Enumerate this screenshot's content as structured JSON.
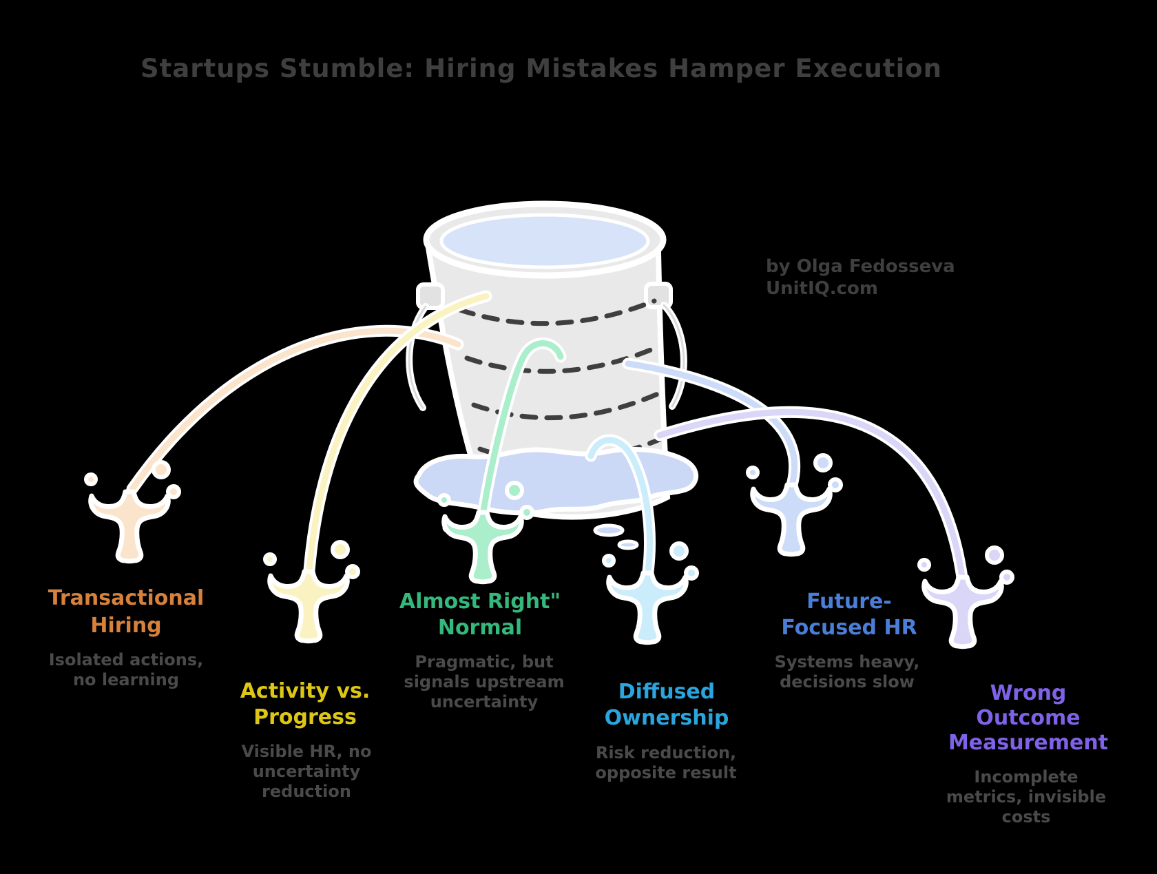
{
  "title": {
    "text": "Startups Stumble: Hiring Mistakes Hamper Execution",
    "color": "#3f3f3f"
  },
  "attribution": {
    "line1": "by Olga Fedosseva",
    "line2": "UnitIQ.com",
    "color": "#3f3f3f"
  },
  "desc_color": "#4a4a4a",
  "bucket": {
    "icon": "leaky-bucket-icon",
    "body_color": "#e9e9e9",
    "outline_color": "#ffffff",
    "water_color": "#d6e3f9",
    "puddle_color": "#ccd9f6",
    "dash_color": "#3f3f3f"
  },
  "mistakes": [
    {
      "id": "transactional-hiring",
      "title_lines": [
        "Transactional",
        "Hiring"
      ],
      "desc_lines": [
        "Isolated actions,",
        "no learning"
      ],
      "title_color": "#d6813c",
      "stream_color": "#fbe4cc"
    },
    {
      "id": "activity-vs-progress",
      "title_lines": [
        "Activity vs.",
        "Progress"
      ],
      "desc_lines": [
        "Visible HR, no",
        "uncertainty",
        "reduction"
      ],
      "title_color": "#ddc714",
      "stream_color": "#faf3c1"
    },
    {
      "id": "almost-right-normal",
      "title_lines": [
        "Almost Right\"",
        "Normal"
      ],
      "desc_lines": [
        "Pragmatic, but",
        "signals upstream",
        "uncertainty"
      ],
      "title_color": "#35b87c",
      "stream_color": "#abeecb"
    },
    {
      "id": "diffused-ownership",
      "title_lines": [
        "Diffused",
        "Ownership"
      ],
      "desc_lines": [
        "Risk reduction,",
        "opposite result"
      ],
      "title_color": "#2aa5dd",
      "stream_color": "#cbecfb"
    },
    {
      "id": "future-focused-hr",
      "title_lines": [
        "Future-",
        "Focused HR"
      ],
      "desc_lines": [
        "Systems heavy,",
        "decisions slow"
      ],
      "title_color": "#4a7ed8",
      "stream_color": "#ccdcf8"
    },
    {
      "id": "wrong-outcome-measurement",
      "title_lines": [
        "Wrong",
        "Outcome",
        "Measurement"
      ],
      "desc_lines": [
        "Incomplete",
        "metrics, invisible",
        "costs"
      ],
      "title_color": "#7e62e8",
      "stream_color": "#d9d6f8"
    }
  ]
}
